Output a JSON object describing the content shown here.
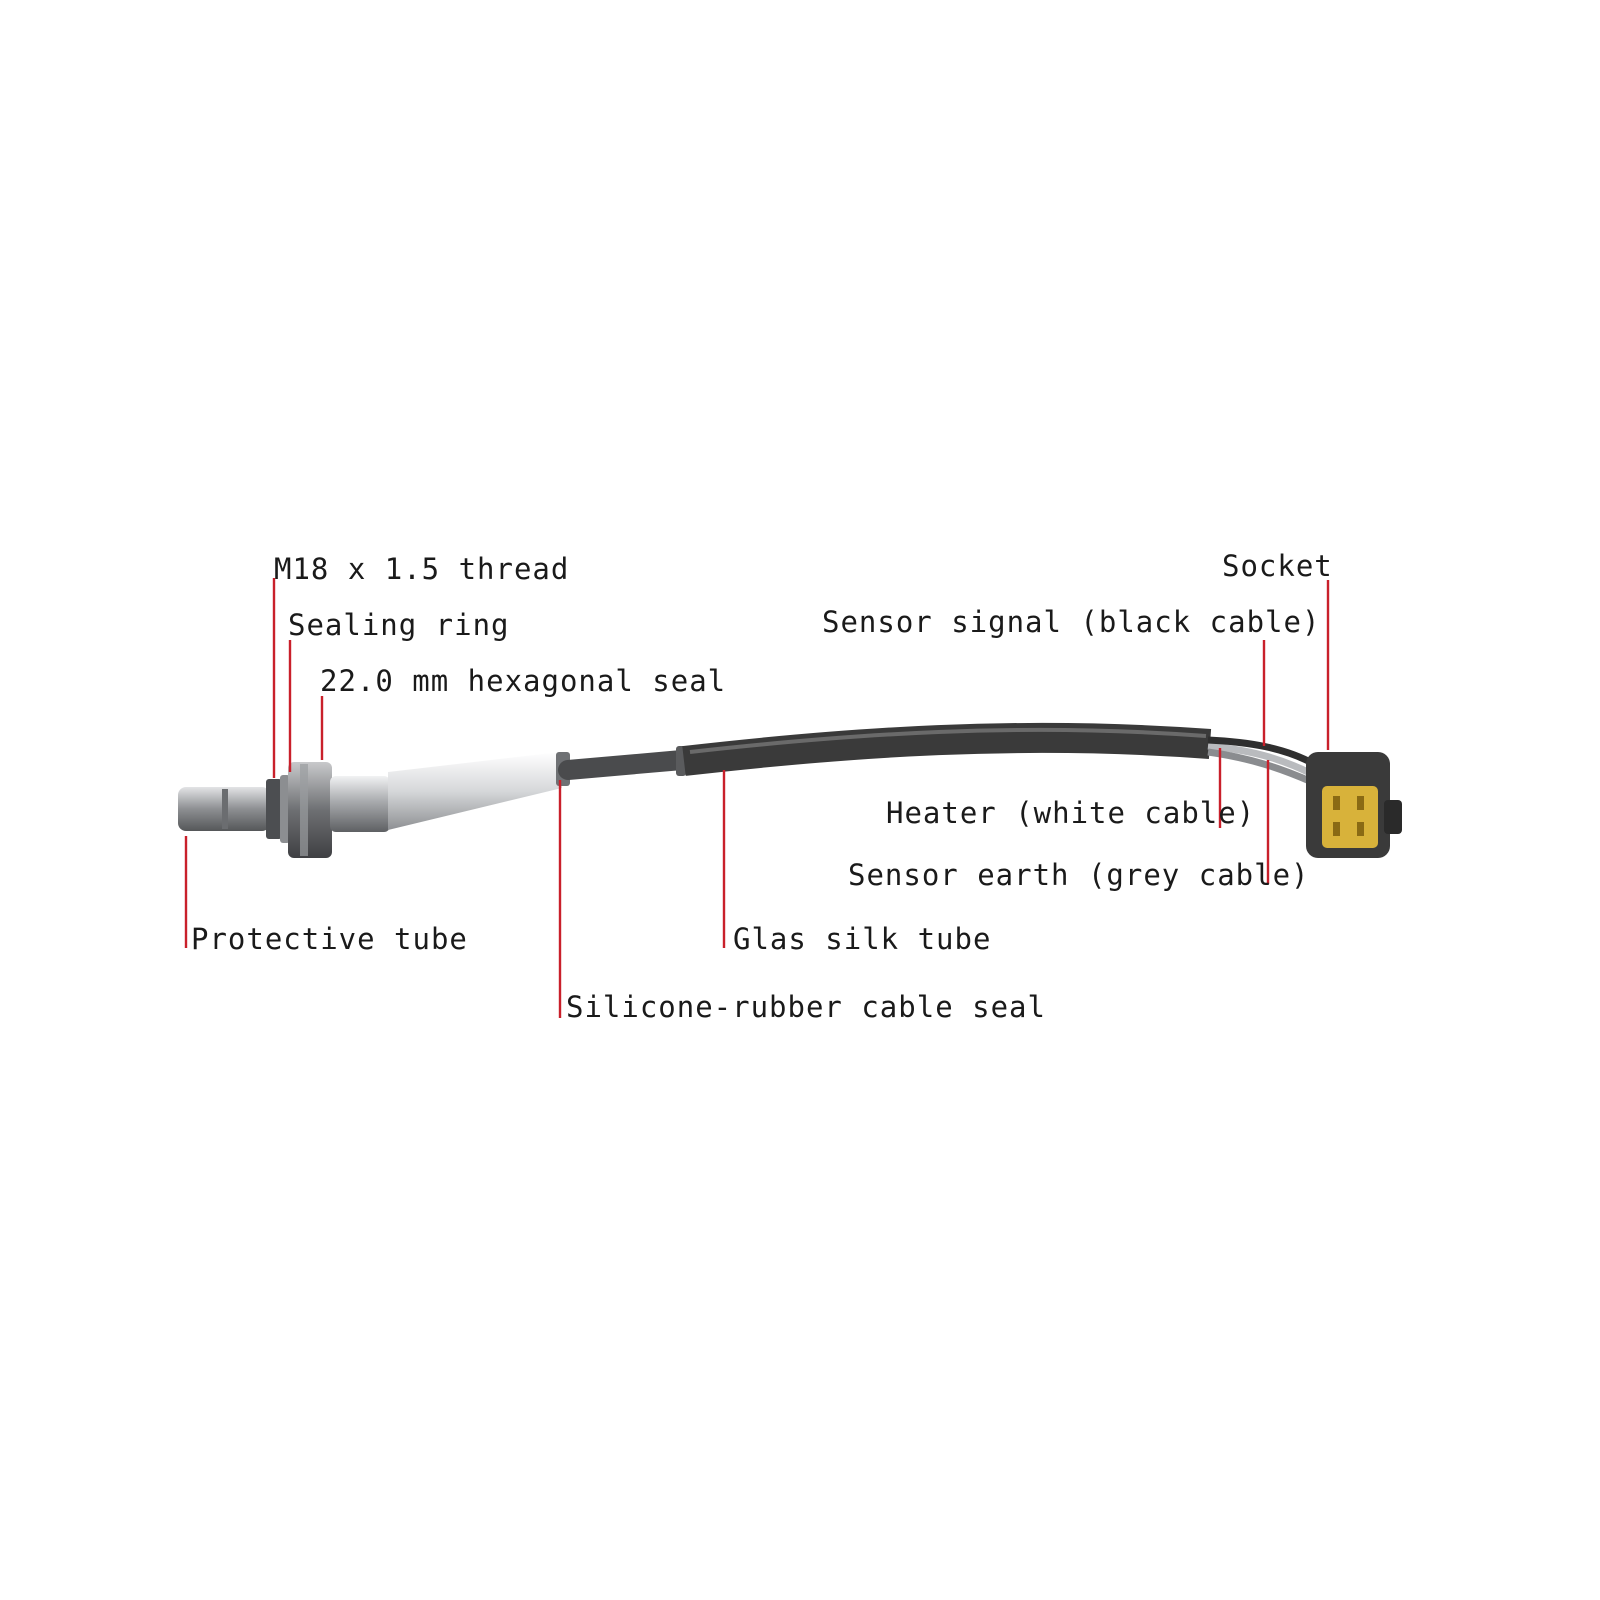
{
  "labels": {
    "m18_thread": "M18 x 1.5 thread",
    "sealing_ring": "Sealing ring",
    "hex_seal": "22.0 mm hexagonal seal",
    "protective_tube": "Protective tube",
    "silicone_seal": "Silicone-rubber cable seal",
    "glas_silk_tube": "Glas silk tube",
    "socket": "Socket",
    "sensor_signal": "Sensor signal (black cable)",
    "heater": "Heater (white cable)",
    "sensor_earth": "Sensor earth (grey cable)"
  },
  "colors": {
    "leader": "#c9202b",
    "cable": "#3c3c3c",
    "connector_body": "#3a3a3a",
    "connector_face": "#d8b23a",
    "metal_light": "#d9dadb",
    "metal_dark": "#7d7f82"
  }
}
